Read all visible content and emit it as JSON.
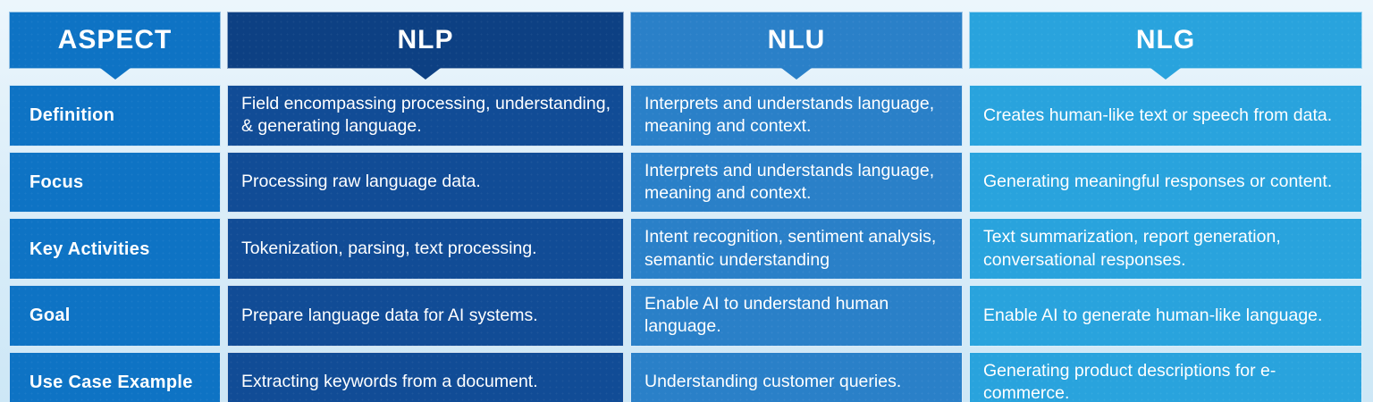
{
  "table": {
    "title": "NLP vs NLU vs NLG comparison table",
    "columns": [
      {
        "key": "aspect",
        "label": "ASPECT",
        "color": "#0e73c4"
      },
      {
        "key": "nlp",
        "label": "NLP",
        "color": "#0d4083"
      },
      {
        "key": "nlu",
        "label": "NLU",
        "color": "#2a80c8"
      },
      {
        "key": "nlg",
        "label": "NLG",
        "color": "#29a3dd"
      }
    ],
    "rows": [
      {
        "aspect": "Definition",
        "nlp": "Field encompassing processing, understanding, & generating language.",
        "nlu": "Interprets and understands language, meaning and context.",
        "nlg": "Creates human-like text or speech from data."
      },
      {
        "aspect": "Focus",
        "nlp": "Processing raw language data.",
        "nlu": "Interprets and understands language, meaning and context.",
        "nlg": "Generating meaningful responses or content."
      },
      {
        "aspect": "Key Activities",
        "nlp": "Tokenization, parsing, text processing.",
        "nlu": "Intent recognition, sentiment analysis, semantic understanding",
        "nlg": "Text summarization, report generation, conversational responses."
      },
      {
        "aspect": "Goal",
        "nlp": "Prepare language data for AI systems.",
        "nlu": "Enable AI to understand human language.",
        "nlg": "Enable AI to generate human-like language."
      },
      {
        "aspect": "Use Case Example",
        "nlp": "Extracting keywords from a document.",
        "nlu": "Understanding customer queries.",
        "nlg": "Generating product descriptions for e-commerce."
      }
    ],
    "colors": {
      "aspect_column": "#0e73c4",
      "nlp_header": "#0d4083",
      "nlp_cells": "#114c96",
      "nlu_column": "#2a80c8",
      "nlg_column": "#29a3dd",
      "background": "#dceef9",
      "cell_border": "#f5fcff",
      "text": "#ffffff"
    }
  }
}
